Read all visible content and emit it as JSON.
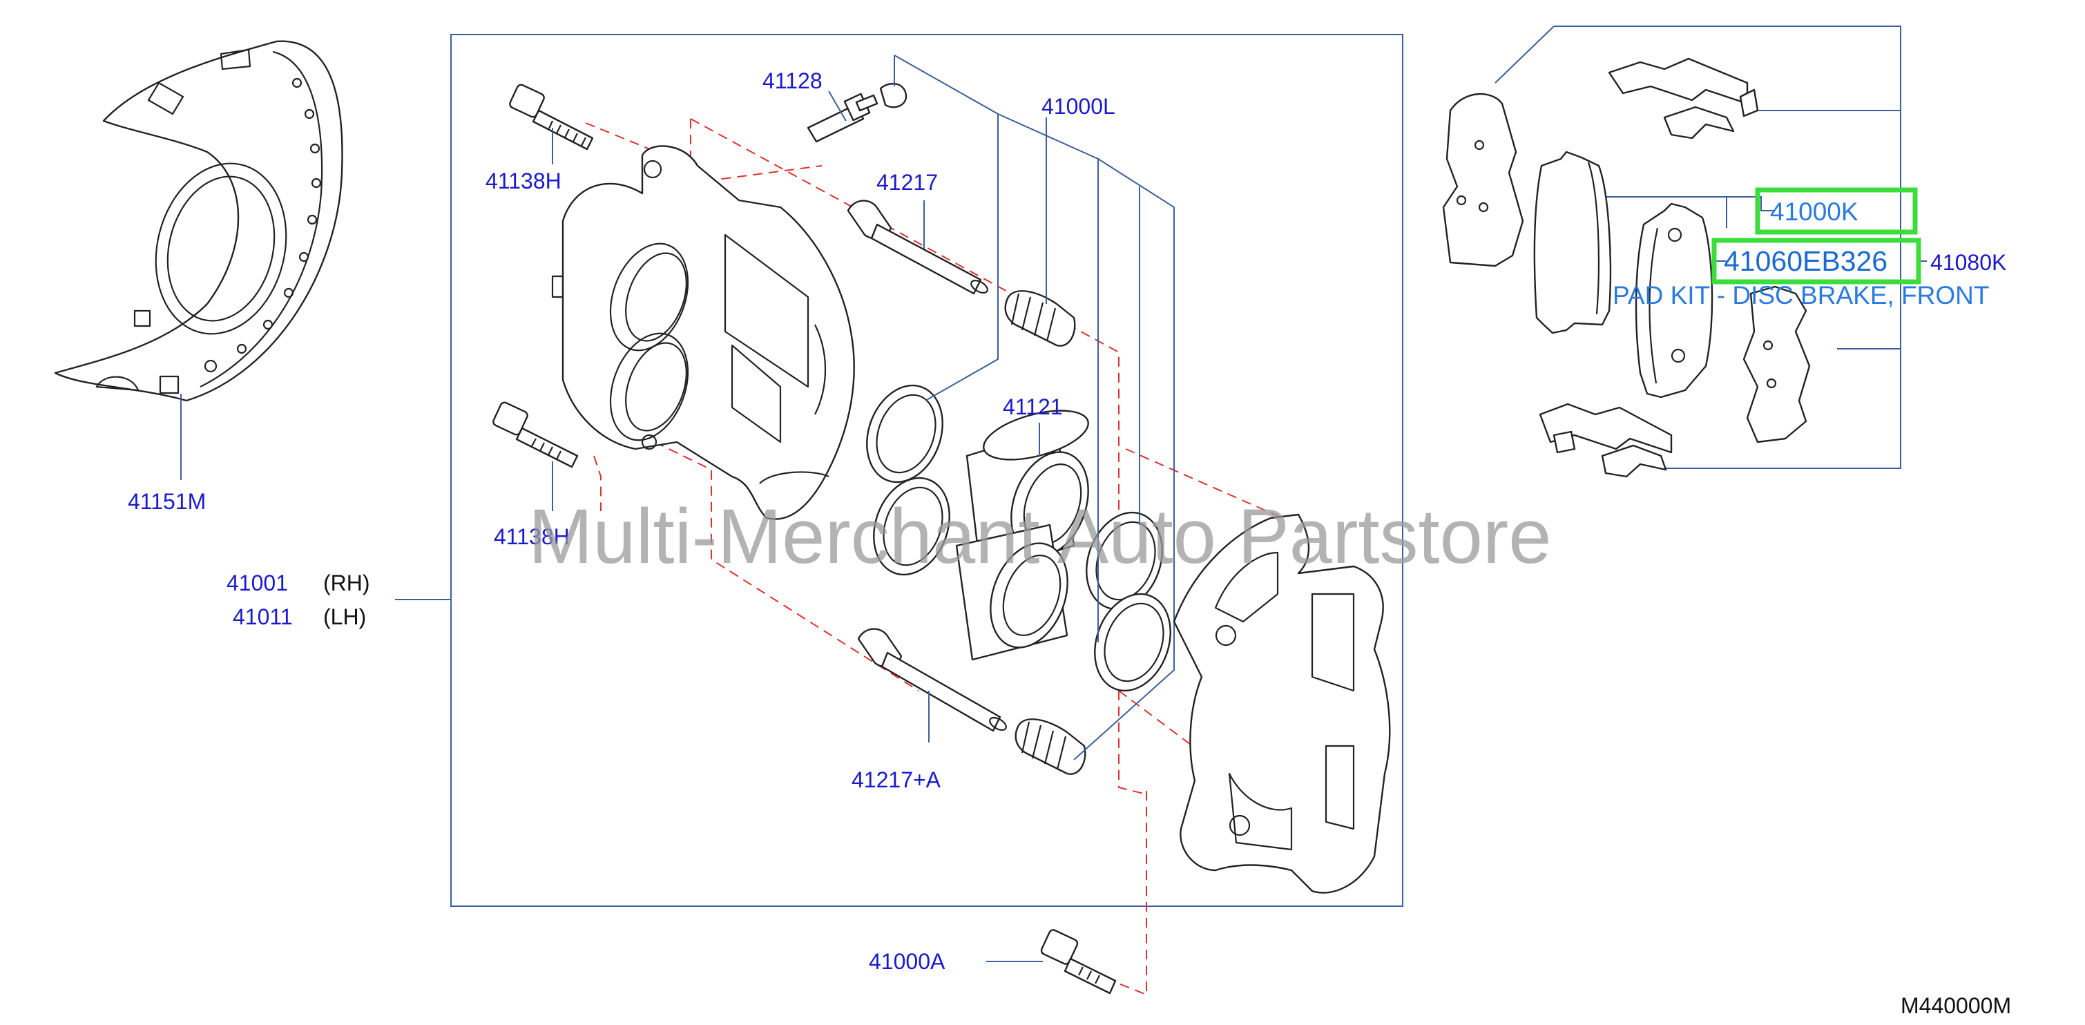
{
  "diagram": {
    "labels": {
      "p41151M": "41151M",
      "p41138H_top": "41138H",
      "p41138H_bot": "41138H",
      "p41128": "41128",
      "p41217": "41217",
      "p41000L": "41000L",
      "p41121": "41121",
      "p41217A": "41217+A",
      "p41000A": "41000A",
      "p41001": "41001",
      "rh": "(RH)",
      "p41011": "41011",
      "lh": "(LH)",
      "p41000K": "41000K",
      "p41060EB326": "41060EB326",
      "p41080K": "41080K",
      "pad_kit": "PAD KIT - DISC BRAKE, FRONT",
      "diagram_code": "M440000M"
    },
    "watermark": "Multi-Merchant Auto Partstore",
    "colors": {
      "label": "#1a1acc",
      "leader": "#3a5f9a",
      "dashed": "#e03030",
      "highlight": "#3ddc3d"
    }
  }
}
